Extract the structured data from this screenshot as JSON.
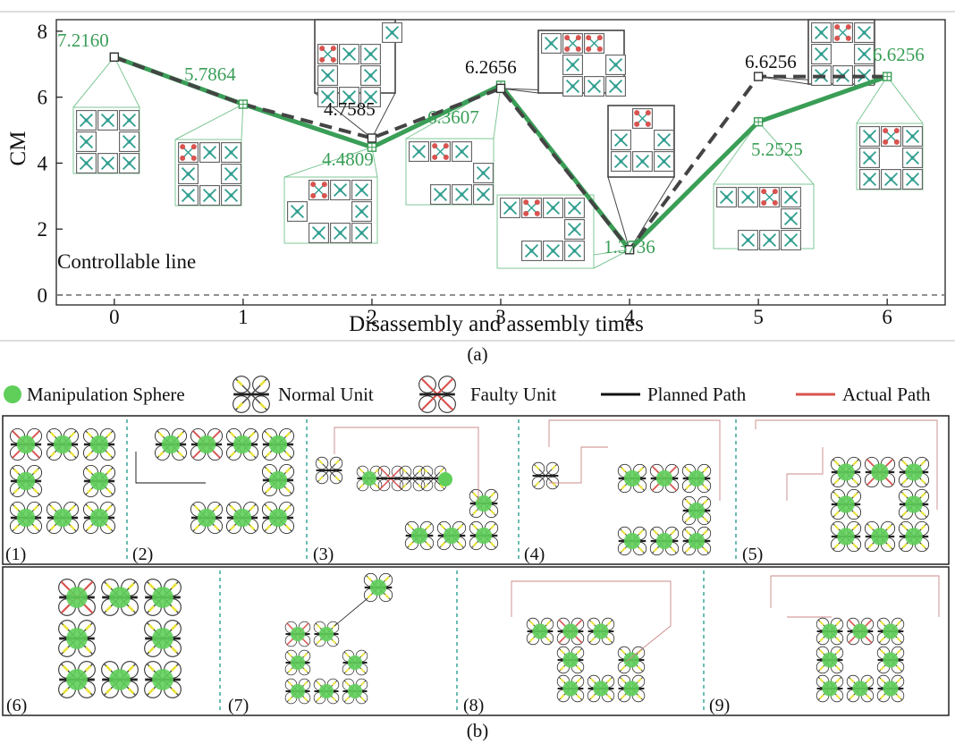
{
  "panel_a": {
    "caption": "(a)",
    "controllable_line_label": "Controllable line",
    "chart_data": {
      "type": "line",
      "xlabel": "Disassembly and assembly times",
      "ylabel": "CM",
      "xlim": [
        -0.45,
        6.45
      ],
      "ylim": [
        -0.3,
        8.35
      ],
      "xticks": [
        "0",
        "1",
        "2",
        "3",
        "4",
        "5",
        "6"
      ],
      "yticks": [
        "0",
        "2",
        "4",
        "6",
        "8"
      ],
      "controllable_line": 0,
      "series": [
        {
          "style": "solid",
          "color": "#3a9e57",
          "x": [
            0,
            1,
            2,
            3,
            4,
            5,
            6
          ],
          "y": [
            7.216,
            5.7864,
            4.4809,
            6.3607,
            1.3736,
            5.2525,
            6.6256
          ],
          "labels": [
            "7.2160",
            "5.7864",
            "4.4809",
            "6.3607",
            "1.3736",
            "5.2525",
            "6.6256"
          ]
        },
        {
          "style": "dashed",
          "color": "#444444",
          "x": [
            0,
            1,
            2,
            3,
            4,
            5,
            6
          ],
          "y": [
            7.216,
            5.7864,
            4.7585,
            6.2656,
            1.3736,
            6.6256,
            6.6256
          ],
          "labels": [
            "4.7585",
            "6.2656",
            "6.6256"
          ],
          "label_x": [
            2,
            3,
            5
          ]
        }
      ]
    }
  },
  "legend": {
    "manipulation_sphere": "Manipulation Sphere",
    "normal_unit": "Normal Unit",
    "faulty_unit": "Faulty Unit",
    "planned_path": "Planned Path",
    "actual_path": "Actual Path"
  },
  "panel_b": {
    "caption": "(b)",
    "subpanels": [
      "(1)",
      "(2)",
      "(3)",
      "(4)",
      "(5)",
      "(6)",
      "(7)",
      "(8)",
      "(9)"
    ]
  },
  "colors": {
    "green": "#3a9e57",
    "dashed": "#444444",
    "faulty": "#d9534f",
    "normal_arm": "#2f9e8f",
    "sphere": "#5fcf5a",
    "yellow": "#e8e23a"
  }
}
